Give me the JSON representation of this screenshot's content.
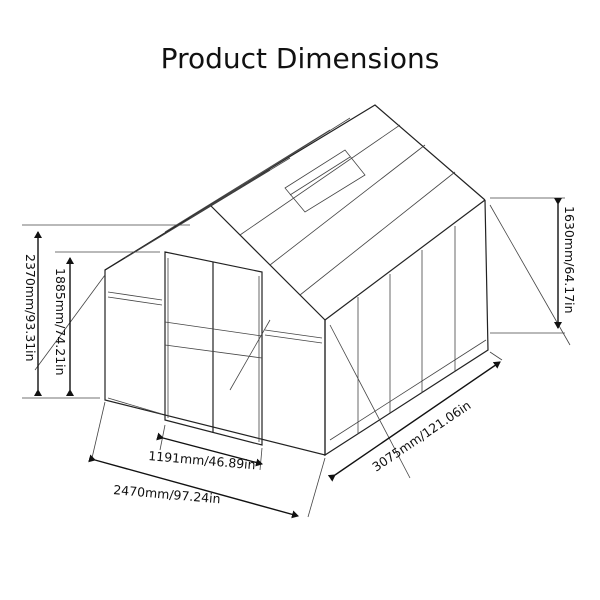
{
  "title": "Product Dimensions",
  "dimensions": {
    "door_width": "1191mm/46.89in",
    "front_width": "2470mm/97.24in",
    "side_length": "3075mm/121.06in",
    "total_height": "2370mm/93.31in",
    "eave_height": "1885mm/74.21in",
    "wall_height": "1630mm/64.17in"
  }
}
